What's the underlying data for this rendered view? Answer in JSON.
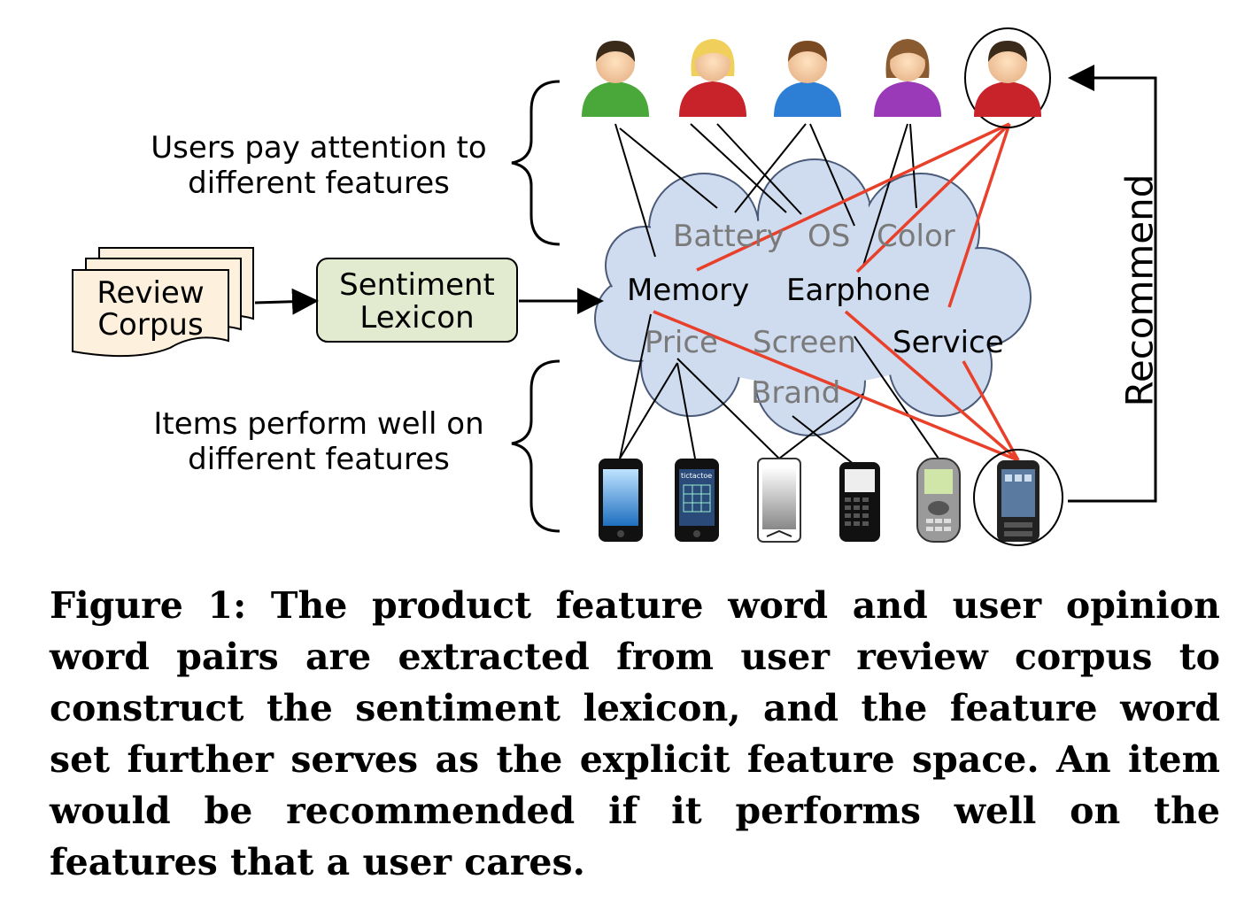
{
  "diagram": {
    "users_label": [
      "Users pay attention to",
      "different features"
    ],
    "items_label": [
      "Items perform well on",
      "different features"
    ],
    "review_corpus": [
      "Review",
      "Corpus"
    ],
    "sentiment_lexicon": [
      "Sentiment",
      "Lexicon"
    ],
    "recommend": "Recommend",
    "features": {
      "battery": "Battery",
      "os": "OS",
      "color": "Color",
      "memory": "Memory",
      "earphone": "Earphone",
      "service": "Service",
      "price": "Price",
      "screen": "Screen",
      "brand": "Brand"
    },
    "phone_screen_text": "tictactoe",
    "colors": {
      "cloud_fill": "#cfdcef",
      "cloud_stroke": "#4a5a78",
      "lexicon_fill": "#e2ebcf",
      "corpus_fill": "#fdf0dd",
      "red_line": "#e8402a",
      "gray_feature": "#7a7a7a"
    }
  },
  "caption": "Figure 1: The product feature word and user opinion word pairs are extracted from user review corpus to construct the sentiment lexicon, and the feature word set further serves as the explicit feature space. An item would be recommended if it performs well on the features that a user cares."
}
